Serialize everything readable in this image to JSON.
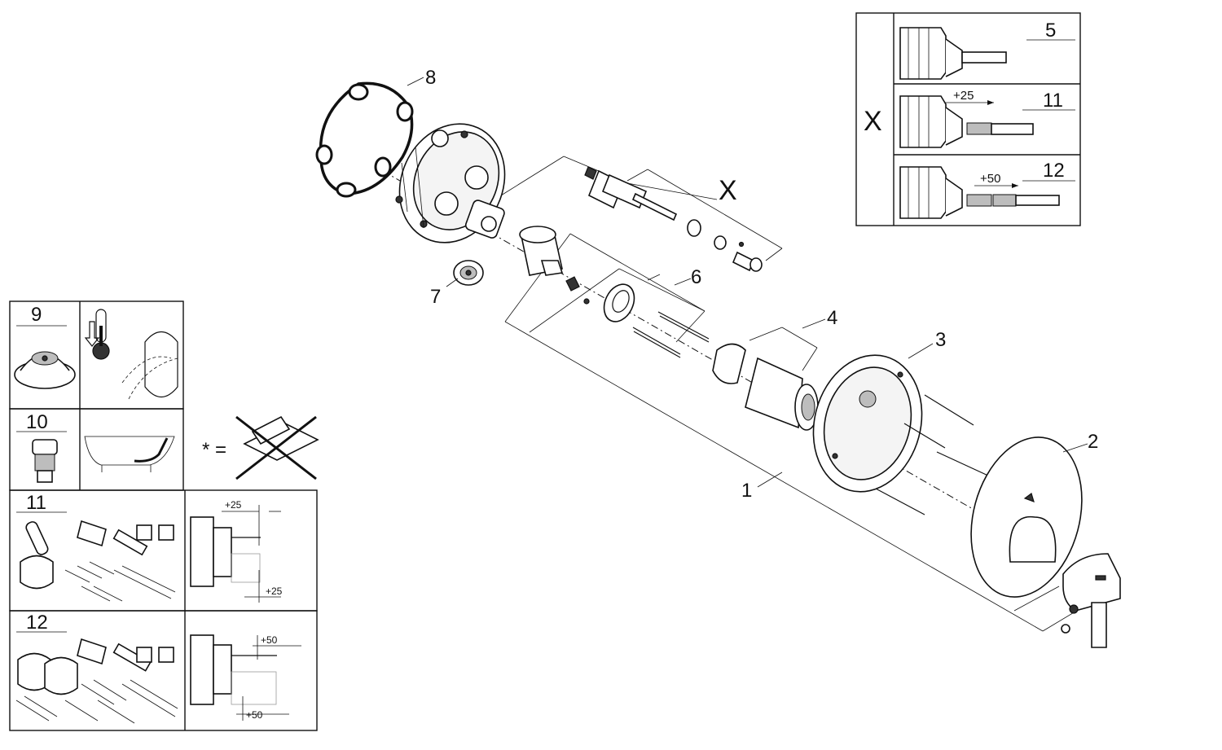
{
  "callouts": {
    "c1": "1",
    "c2": "2",
    "c3": "3",
    "c4": "4",
    "c6": "6",
    "c7": "7",
    "c8": "8",
    "cx": "X"
  },
  "x_panel": {
    "label": "X",
    "rows": [
      {
        "number": "5",
        "offset": ""
      },
      {
        "number": "11",
        "offset": "+25"
      },
      {
        "number": "12",
        "offset": "+50"
      }
    ]
  },
  "accessory_panel": {
    "row9": {
      "number": "9"
    },
    "row10": {
      "number": "10"
    },
    "asterisk": "* =",
    "row11": {
      "number": "11",
      "dim_top": "+25",
      "dim_bottom": "+25"
    },
    "row12": {
      "number": "12",
      "dim_top": "+50",
      "dim_bottom": "+50"
    }
  }
}
